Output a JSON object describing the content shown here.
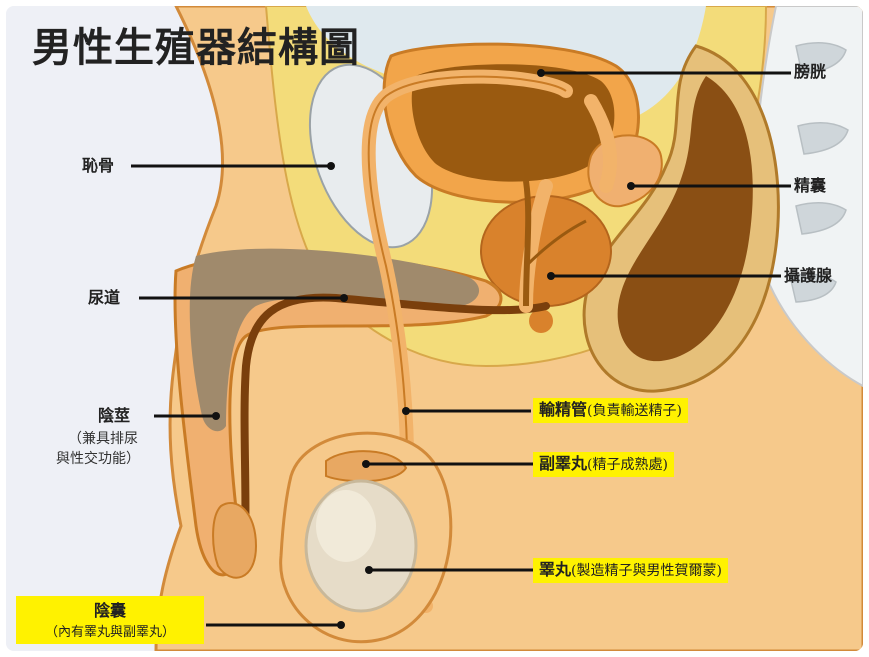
{
  "title": "男性生殖器結構圖",
  "labels": {
    "bladder": "膀胱",
    "pubic_bone": "恥骨",
    "seminal_vesicle": "精囊",
    "prostate": "攝護腺",
    "urethra": "尿道",
    "penis": "陰莖",
    "penis_note_1": "（兼具排尿",
    "penis_note_2": "與性交功能）",
    "vas_deferens": "輸精管",
    "vas_deferens_note": "(負責輸送精子)",
    "epididymis": "副睪丸",
    "epididymis_note": "(精子成熟處)",
    "testis": "睪丸",
    "testis_note": "(製造精子與男性賀爾蒙)",
    "scrotum": "陰囊",
    "scrotum_note": "（內有睪丸與副睪丸）"
  },
  "colors": {
    "background": "#eef0f6",
    "body_skin": "#f6c98b",
    "body_outline": "#d28a3a",
    "bladder": "#9a5a10",
    "bone": "#e8ecee",
    "prostate": "#d9822c",
    "testis": "#e6dcc8",
    "penis_body": "#a08a6c",
    "highlight": "#fff200",
    "label_line": "#111111"
  }
}
